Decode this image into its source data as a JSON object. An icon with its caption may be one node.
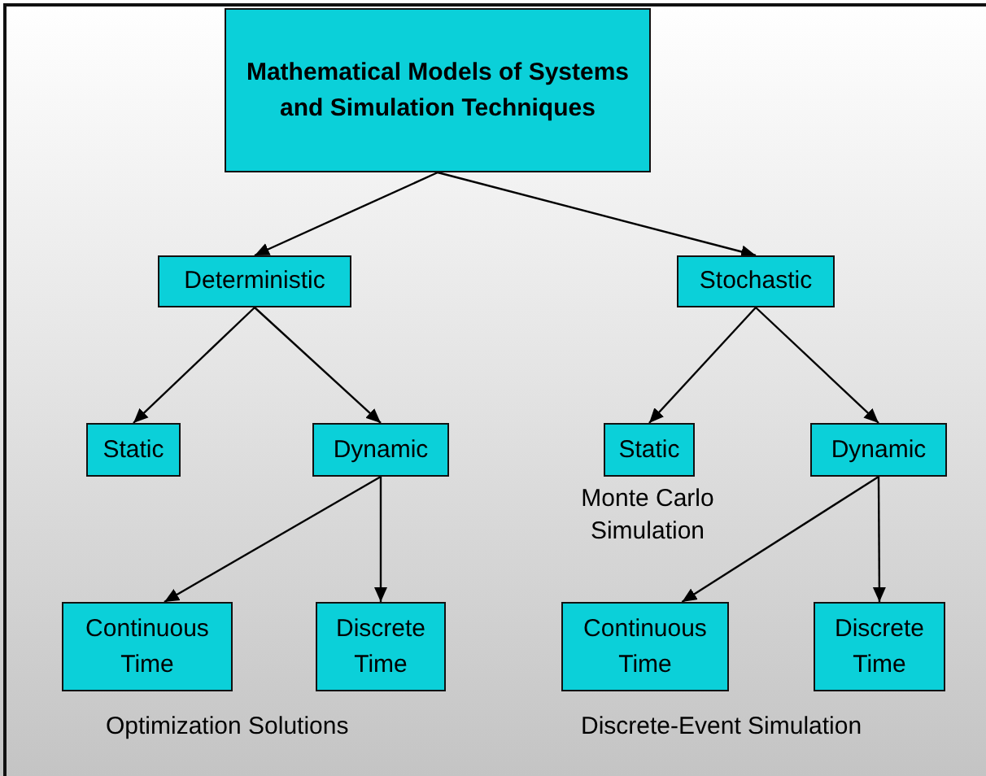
{
  "diagram": {
    "nodes": [
      {
        "text": [
          "Mathematical Models of Systems and Simulation Techniques"
        ]
      },
      {
        "text": [
          "Deterministic"
        ]
      },
      {
        "text": [
          "Stochastic"
        ]
      },
      {
        "text": [
          "Static"
        ]
      },
      {
        "text": [
          "Dynamic"
        ]
      },
      {
        "text": [
          "Static"
        ],
        "beside": [
          "Monte Carlo Simulation"
        ]
      },
      {
        "text": [
          "Dynamic"
        ]
      },
      {
        "text": [
          "Continuous Time"
        ]
      },
      {
        "text": [
          "Discrete Time"
        ]
      },
      {
        "text": [
          "Continuous Time"
        ]
      },
      {
        "text": [
          "Discrete Time"
        ]
      }
    ],
    "edges": [
      {
        "from": 0,
        "to": 1,
        "arrow": "to"
      },
      {
        "from": 0,
        "to": 2,
        "arrow": "to"
      },
      {
        "from": 1,
        "to": 3,
        "arrow": "to"
      },
      {
        "from": 1,
        "to": 4,
        "arrow": "to"
      },
      {
        "from": 2,
        "to": 5,
        "arrow": "to"
      },
      {
        "from": 2,
        "to": 6,
        "arrow": "to"
      },
      {
        "from": 4,
        "to": 7,
        "arrow": "to"
      },
      {
        "from": 4,
        "to": 8,
        "arrow": "to"
      },
      {
        "from": 6,
        "to": 9,
        "arrow": "to"
      },
      {
        "from": 6,
        "to": 10,
        "arrow": "to"
      }
    ],
    "labels": [
      "Optimization Solutions",
      "Discrete-Event Simulation"
    ]
  }
}
